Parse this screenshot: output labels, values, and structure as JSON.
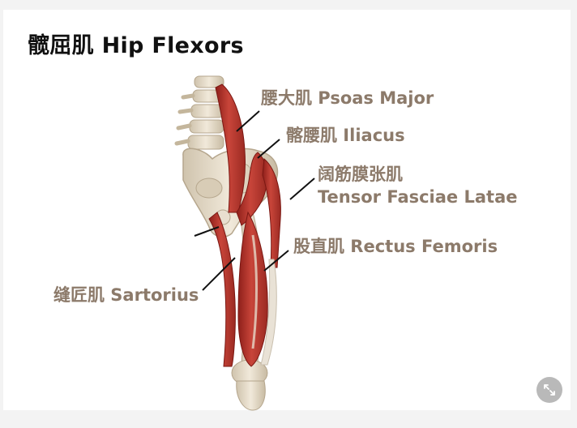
{
  "title": "髋屈肌 Hip Flexors",
  "labels": {
    "psoas_major": "腰大肌 Psoas Major",
    "iliacus": "髂腰肌 Iliacus",
    "tfl_cn": "阔筋膜张肌",
    "tfl_en": "Tensor Fasciae Latae",
    "rectus_femoris": "股直肌 Rectus Femoris",
    "sartorius": "缝匠肌 Sartorius"
  },
  "colors": {
    "label": "#8c7a6a",
    "muscle": "#b8352c",
    "bone": "#e6dccb"
  },
  "icons": {
    "expand": "expand-arrows-icon"
  }
}
